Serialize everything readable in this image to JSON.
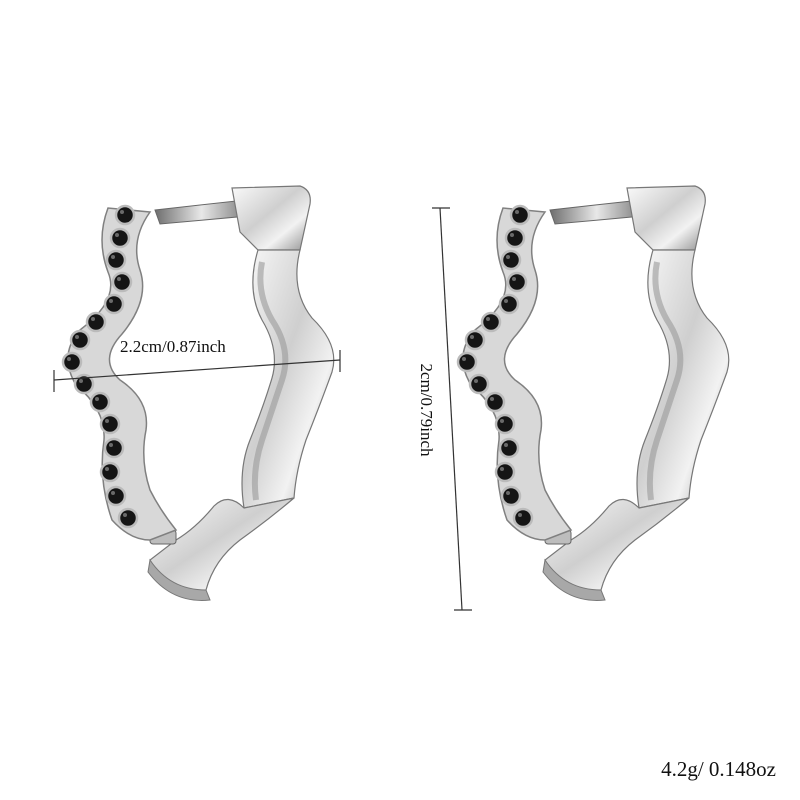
{
  "product": {
    "width_label": "2.2cm/0.87inch",
    "height_label": "2cm/0.79inch",
    "weight_label": "4.2g/  0.148oz"
  },
  "colors": {
    "metal": "#d9d9d9",
    "metal_shadow": "#8a8a8a",
    "stone": "#151515",
    "line": "#444444"
  }
}
